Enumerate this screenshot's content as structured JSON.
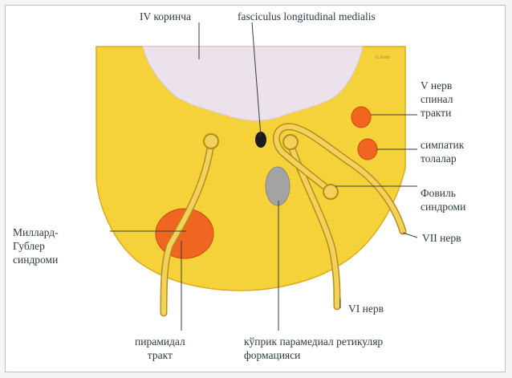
{
  "labels": {
    "fourth_ventricle": "IV коринча",
    "mlf": "fasciculus longitudinal medialis",
    "cn5_spinal_tract": "V нерв\nспинал\nтракти",
    "sympathetic_fibers": "симпатик\nтолалар",
    "foville": "Фовиль\nсиндроми",
    "cn7": "VII нерв",
    "millard_gubler": "Миллард-\nГублер\nсиндроми",
    "pyramidal_tract": "пирамидал\nтракт",
    "pprf": "кўприк парамедиал ретикуляр\nформацияси",
    "cn6": "VI нерв",
    "watermark": "G.Pattn"
  },
  "colors": {
    "pons": "#f6d23a",
    "pons_edge": "#d9ad1c",
    "ventricle": "#ebe2ec",
    "lesion": "#f0651f",
    "nerve": "#f2d25a",
    "nerve_edge": "#b58d1c",
    "pprf": "#a3a3a3",
    "line": "#3a3a3a",
    "text": "#2c3b45"
  }
}
